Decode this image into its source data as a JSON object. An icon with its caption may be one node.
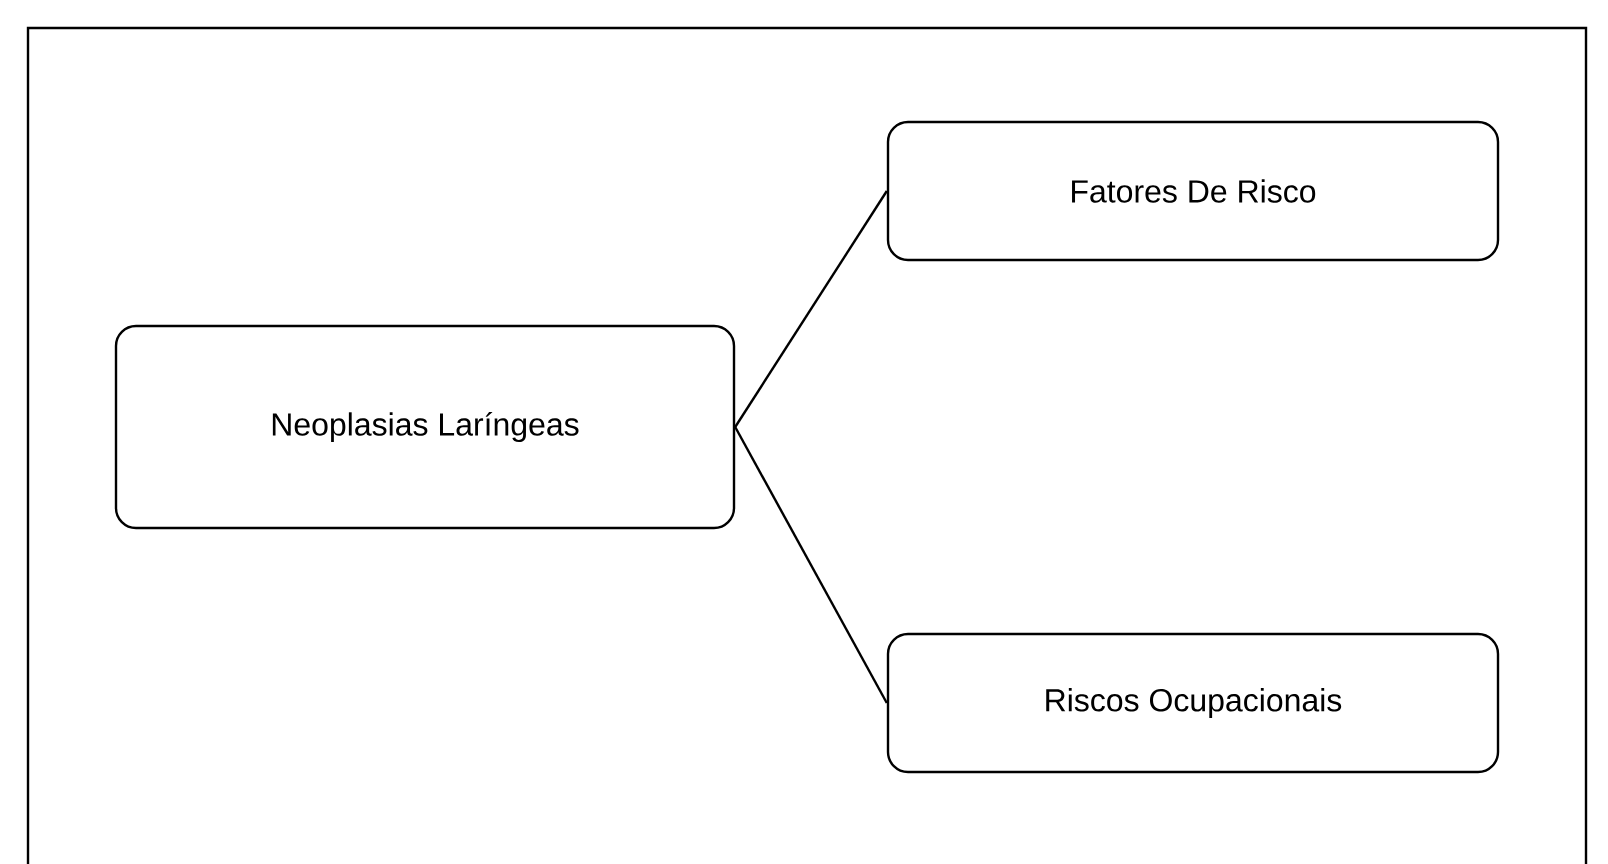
{
  "diagram": {
    "nodes": [
      {
        "text": [
          "Neoplasias Laríngeas"
        ]
      },
      {
        "text": [
          "Fatores De Risco"
        ]
      },
      {
        "text": [
          "Riscos Ocupacionais"
        ]
      }
    ],
    "edges": [
      {
        "from": 0,
        "to": 1,
        "arrow": "none"
      },
      {
        "from": 0,
        "to": 2,
        "arrow": "none"
      }
    ]
  }
}
